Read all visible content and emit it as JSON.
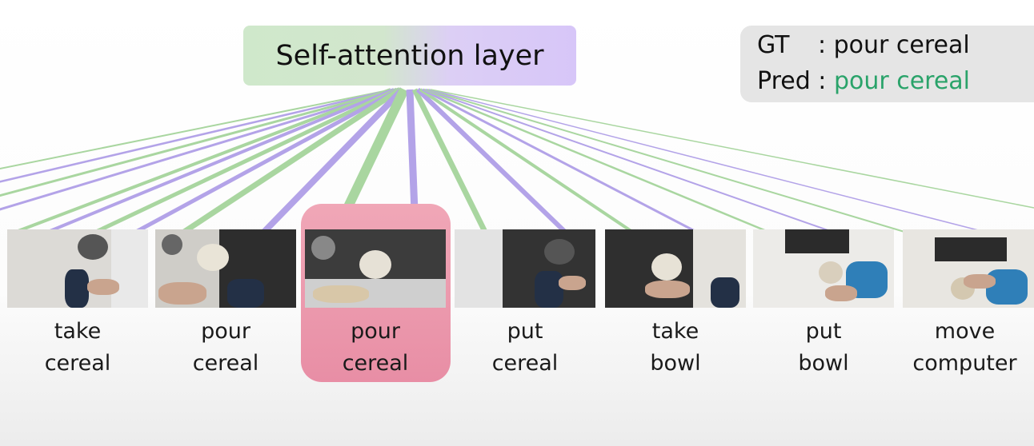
{
  "layer_label": "Self-attention layer",
  "legend": {
    "gt_key": "GT",
    "gt_value": ": pour cereal",
    "pred_key": "Pred :",
    "pred_value": "pour cereal"
  },
  "colors": {
    "green_line": "#a9d6a0",
    "purple_line": "#b3a3e8",
    "highlight": "#eb98ad",
    "pred_correct": "#2aa36a"
  },
  "frames": [
    {
      "line1": "take",
      "line2": "cereal"
    },
    {
      "line1": "pour",
      "line2": "cereal"
    },
    {
      "line1": "pour",
      "line2": "cereal"
    },
    {
      "line1": "put",
      "line2": "cereal"
    },
    {
      "line1": "take",
      "line2": "bowl"
    },
    {
      "line1": "put",
      "line2": "bowl"
    },
    {
      "line1": "move",
      "line2": "computer"
    }
  ]
}
